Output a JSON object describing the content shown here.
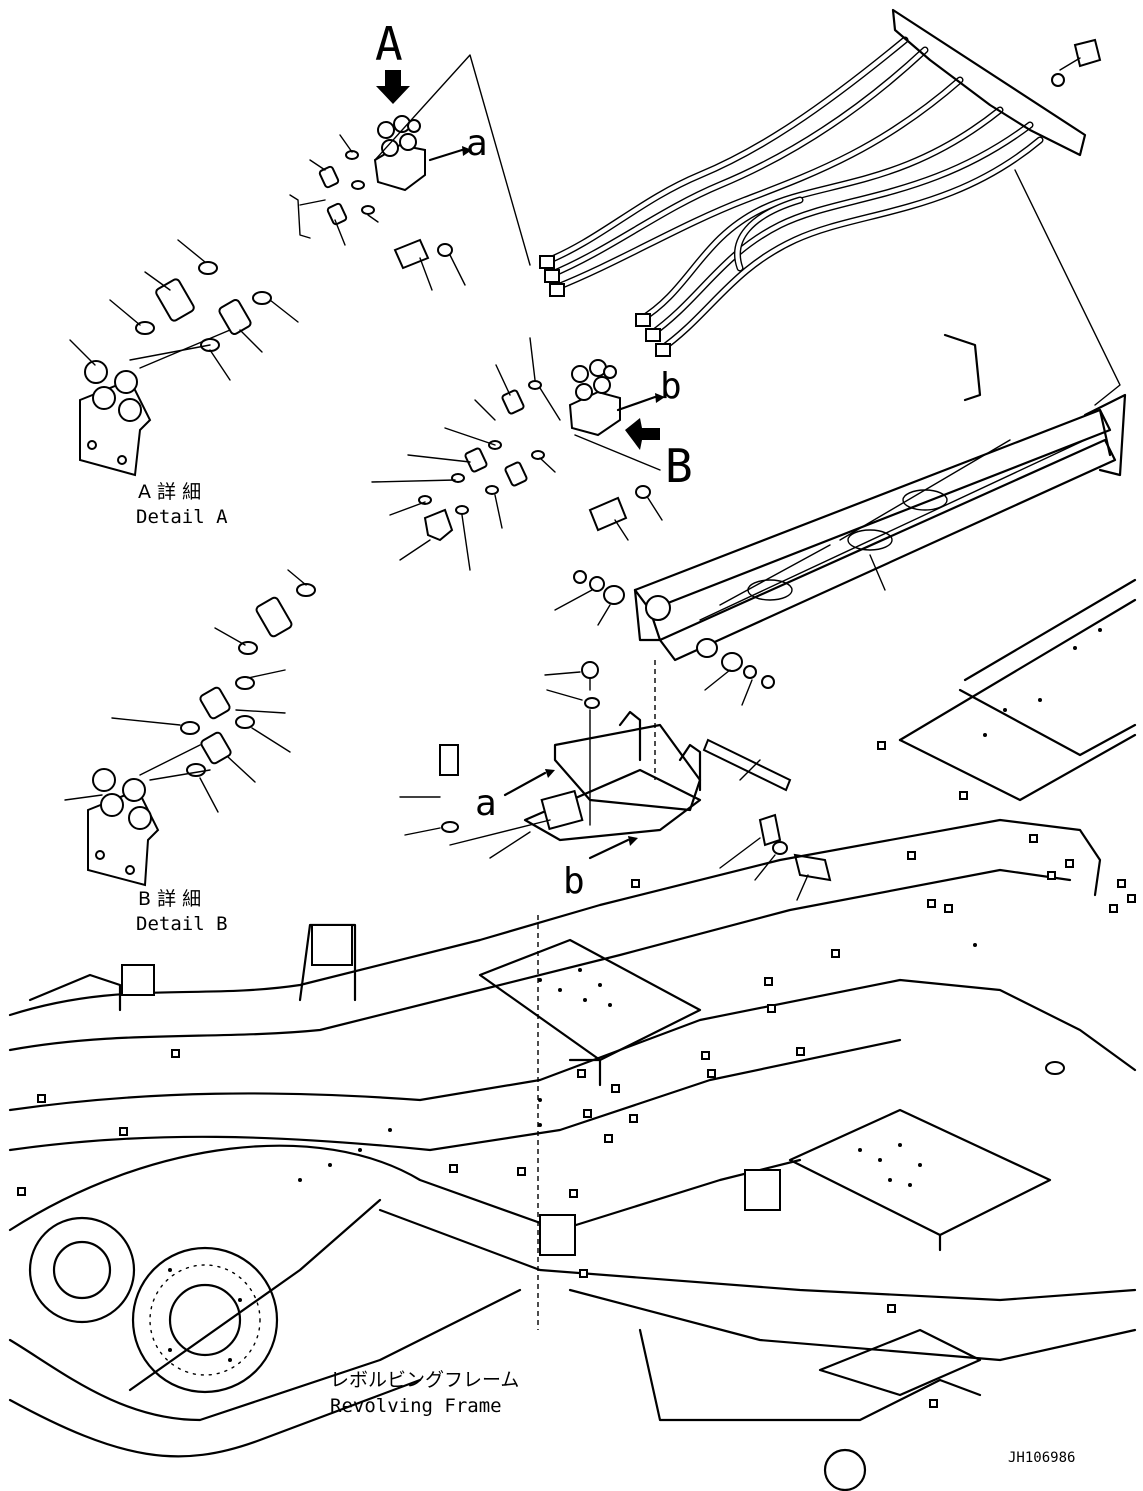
{
  "views": {
    "view_a": {
      "letter": "A"
    },
    "view_b": {
      "letter": "B"
    }
  },
  "callouts": {
    "a": "a",
    "b": "b"
  },
  "details": {
    "detail_a": {
      "title_jp": "A 詳 細",
      "title_en": "Detail A"
    },
    "detail_b": {
      "title_jp": "B 詳 細",
      "title_en": "Detail B"
    }
  },
  "frame": {
    "title_jp": "レボルビングフレーム",
    "title_en": "Revolving Frame"
  },
  "drawing_number": "JH106986"
}
